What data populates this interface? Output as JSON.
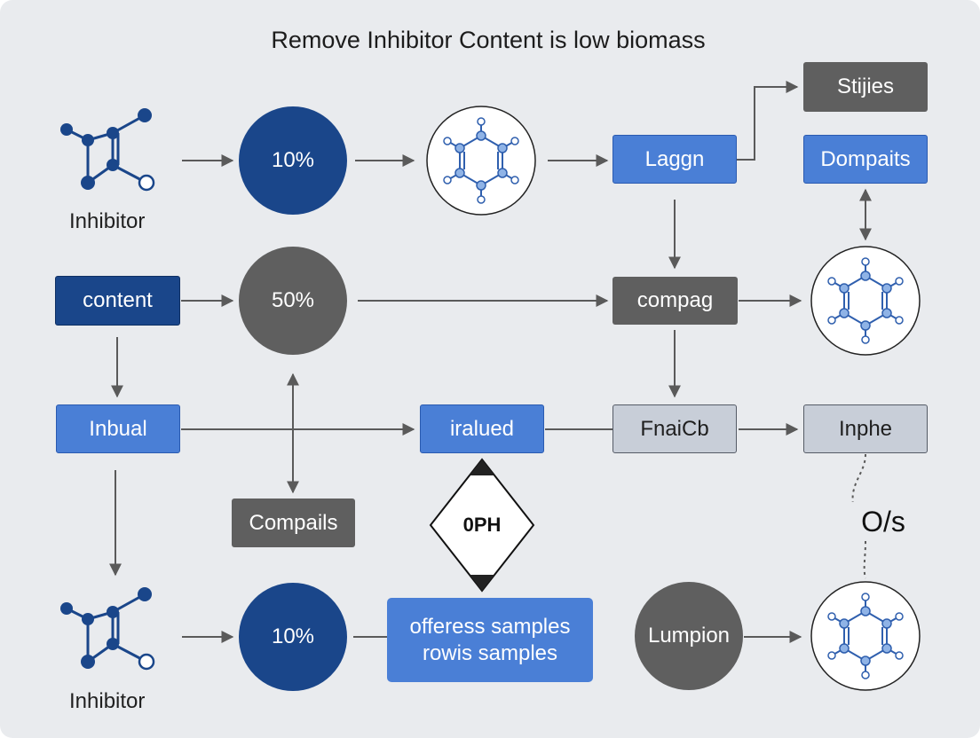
{
  "title": "Remove Inhibitor Content is low biomass",
  "colors": {
    "background": "#e9ebee",
    "dark_blue": "#1a468a",
    "mid_blue": "#4a7fd6",
    "gray": "#5f5f5f",
    "light_gray": "#c8ced8",
    "line": "#5a5a5a"
  },
  "nodes": {
    "inhibitor_top_label": "Inhibitor",
    "pct_top": "10%",
    "laggn": "Laggn",
    "stijies": "Stijies",
    "dompaits": "Dompaits",
    "content": "content",
    "pct_mid": "50%",
    "compag": "compag",
    "inbual": "Inbual",
    "iralued": "iralued",
    "fnaicb": "FnaiCb",
    "inphe": "Inphe",
    "compails": "Compails",
    "oph": "0PH",
    "os_label": "O/s",
    "inhibitor_bottom_label": "Inhibitor",
    "pct_bottom": "10%",
    "samples_line1": "offeress samples",
    "samples_line2": "rowis samples",
    "lumpion": "Lumpion"
  }
}
